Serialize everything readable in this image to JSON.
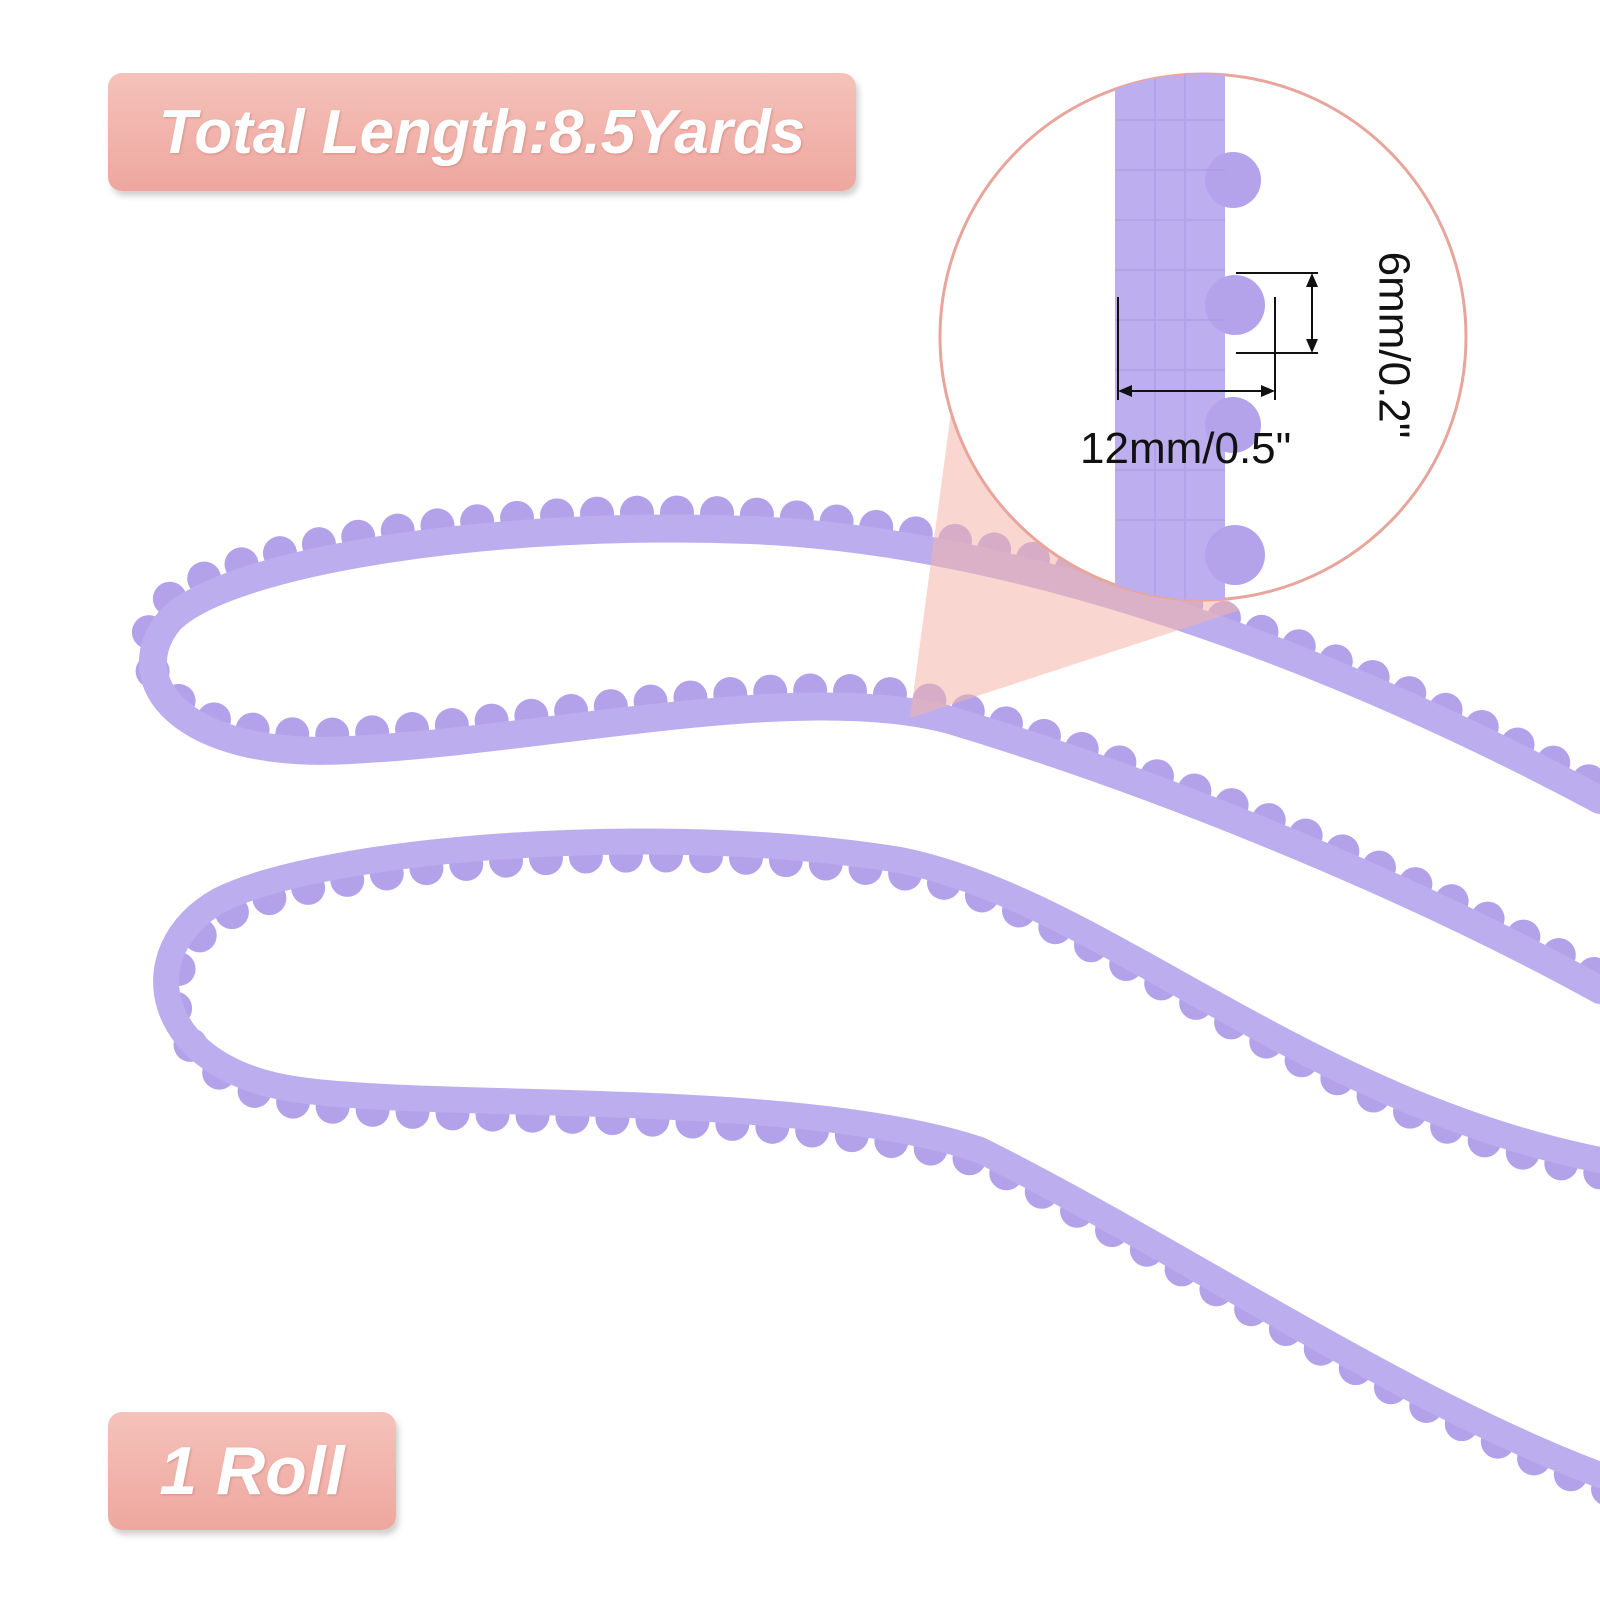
{
  "labels": {
    "total_length": "Total Length:8.5Yards",
    "quantity": "1 Roll"
  },
  "dimensions": {
    "width": "12mm/0.5\"",
    "height": "6mm/0.2\""
  },
  "colors": {
    "trim": "#b9a9ec",
    "pompom": "#b3a2ea",
    "badge": "#f0b0a8",
    "magnifier_border": "#e8a59b"
  }
}
